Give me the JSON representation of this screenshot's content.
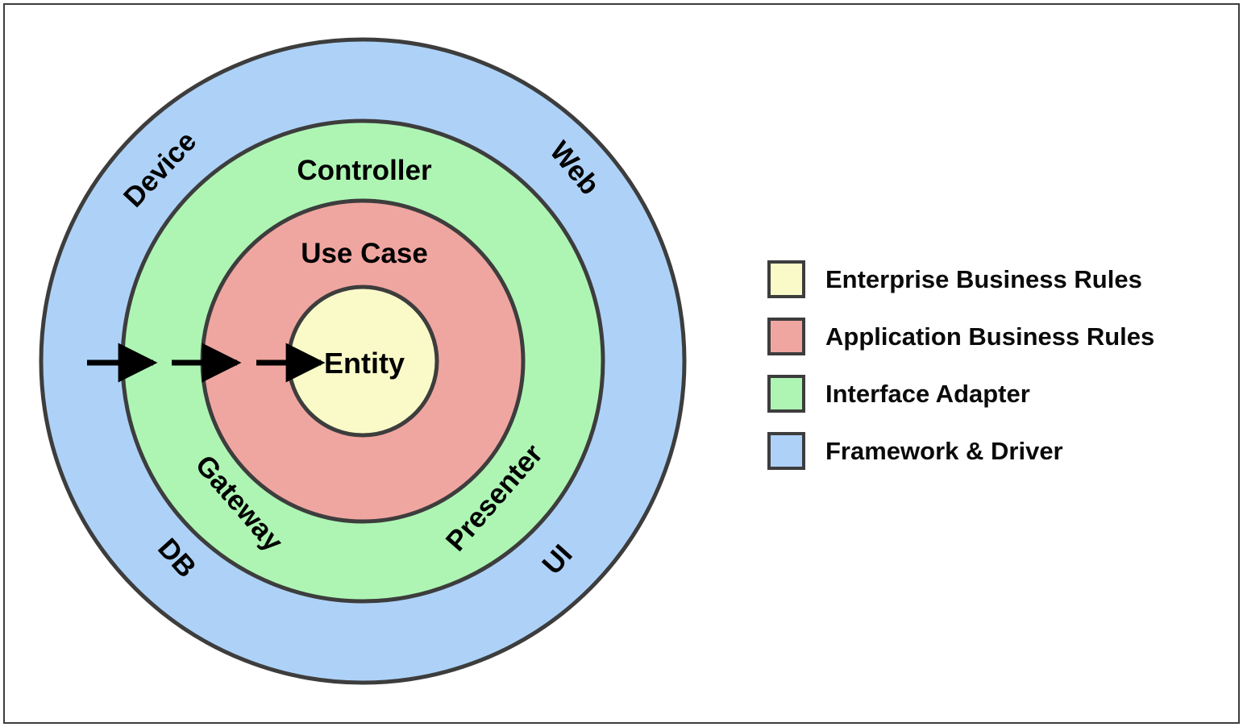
{
  "title": "Clean Architecture Concentric Circles Diagram",
  "colors": {
    "enterprise_business_rules": "#FAFAC8",
    "application_business_rules": "#F0A6A0",
    "interface_adapter": "#AEF5B4",
    "framework_driver": "#AED2F7",
    "stroke": "#3D3D3D",
    "text": "#000000",
    "background": "#FFFFFF"
  },
  "diagram": {
    "center_label": "Entity",
    "ring_labels": {
      "use_case": "Use Case",
      "controller": "Controller",
      "device": "Device",
      "web": "Web",
      "gateway": "Gateway",
      "presenter": "Presenter",
      "db": "DB",
      "ui": "UI"
    },
    "arrows": [
      {
        "name": "arrow-framework-to-adapter"
      },
      {
        "name": "arrow-adapter-to-application"
      },
      {
        "name": "arrow-application-to-entity"
      }
    ]
  },
  "legend": {
    "items": [
      {
        "label": "Enterprise Business Rules",
        "color": "#FAFAC8"
      },
      {
        "label": "Application Business Rules",
        "color": "#F0A6A0"
      },
      {
        "label": "Interface Adapter",
        "color": "#AEF5B4"
      },
      {
        "label": "Framework & Driver",
        "color": "#AED2F7"
      }
    ]
  }
}
